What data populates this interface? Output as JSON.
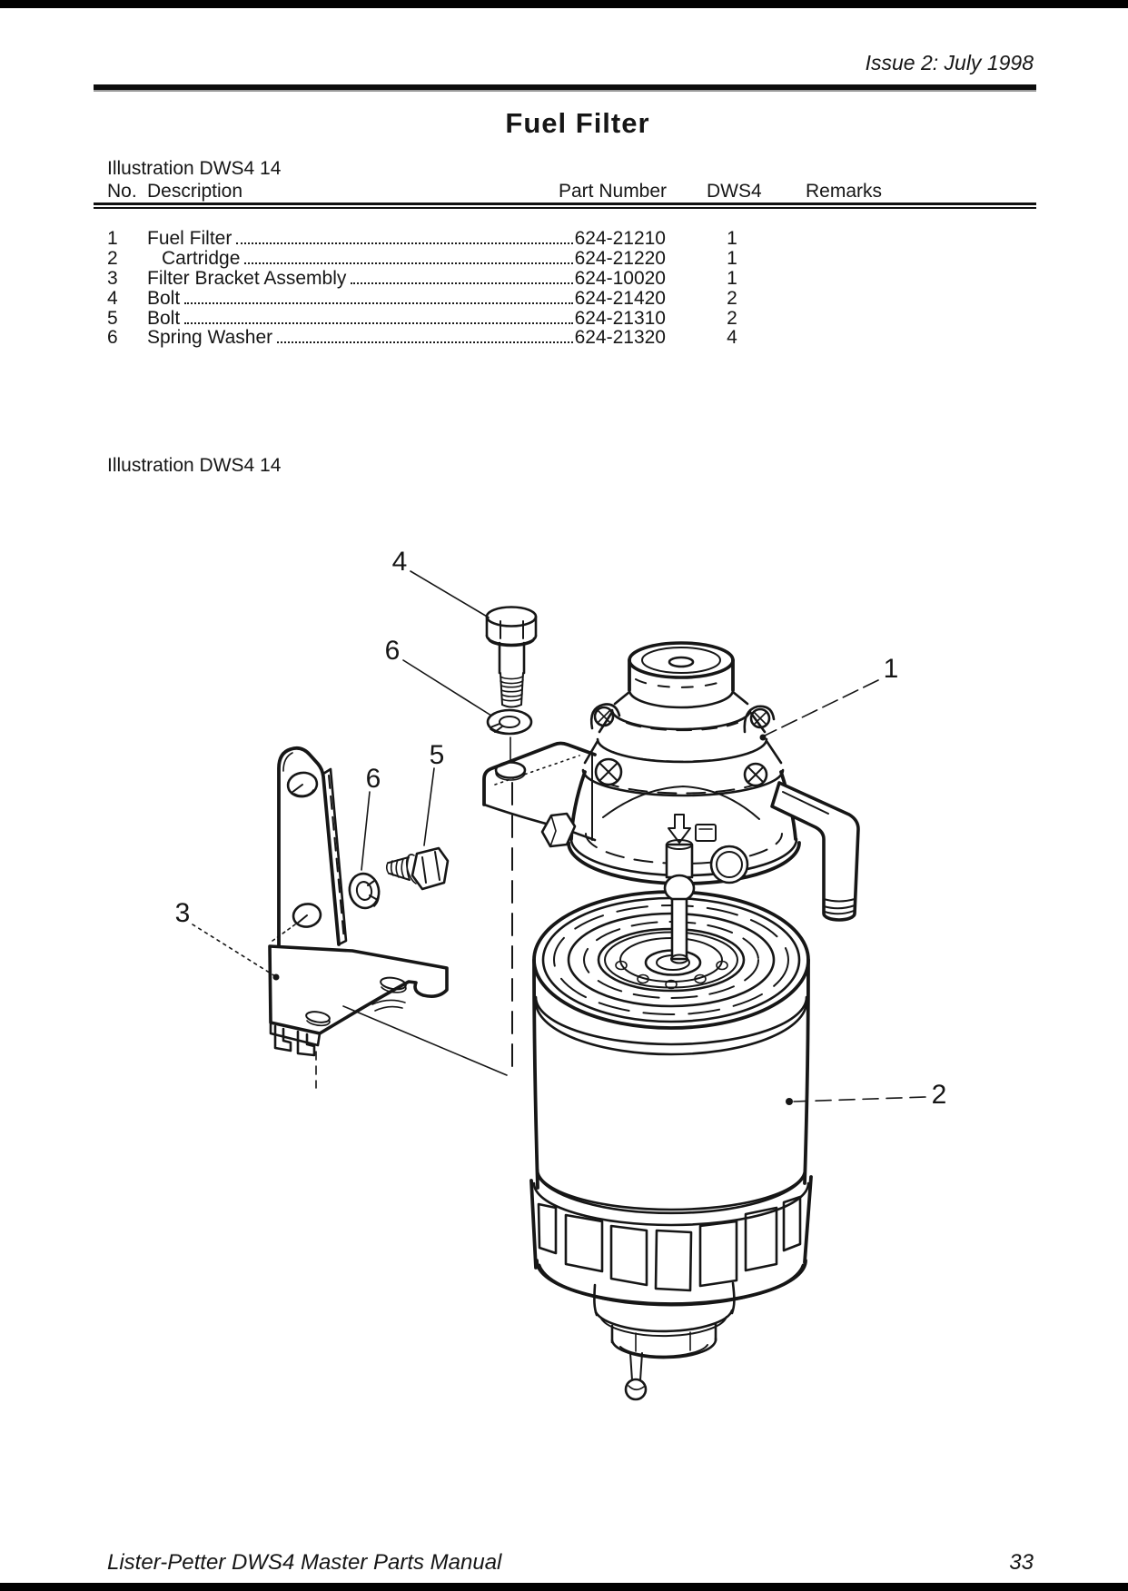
{
  "page": {
    "issue_line": "Issue 2: July 1998",
    "title": "Fuel Filter",
    "footer_left": "Lister-Petter DWS4 Master Parts Manual",
    "page_number": "33"
  },
  "parts_table": {
    "illustration_label": "Illustration DWS4 14",
    "headers": {
      "no": "No.",
      "description": "Description",
      "part_number": "Part Number",
      "dws4": "DWS4",
      "remarks": "Remarks"
    },
    "rows": [
      {
        "no": "1",
        "description": "Fuel Filter",
        "part_number": "624-21210",
        "qty": "1",
        "remarks": ""
      },
      {
        "no": "2",
        "description": "Cartridge",
        "part_number": "624-21220",
        "qty": "1",
        "remarks": ""
      },
      {
        "no": "3",
        "description": "Filter Bracket Assembly",
        "part_number": "624-10020",
        "qty": "1",
        "remarks": ""
      },
      {
        "no": "4",
        "description": "Bolt",
        "part_number": "624-21420",
        "qty": "2",
        "remarks": ""
      },
      {
        "no": "5",
        "description": "Bolt",
        "part_number": "624-21310",
        "qty": "2",
        "remarks": ""
      },
      {
        "no": "6",
        "description": "Spring Washer",
        "part_number": "624-21320",
        "qty": "4",
        "remarks": ""
      }
    ]
  },
  "illustration": {
    "label": "Illustration DWS4 14",
    "callouts": [
      {
        "label": "4",
        "part": "Bolt"
      },
      {
        "label": "6",
        "part": "Spring Washer"
      },
      {
        "label": "5",
        "part": "Bolt"
      },
      {
        "label": "6",
        "part": "Spring Washer"
      },
      {
        "label": "3",
        "part": "Filter Bracket Assembly"
      },
      {
        "label": "1",
        "part": "Fuel Filter"
      },
      {
        "label": "2",
        "part": "Cartridge"
      }
    ]
  },
  "colors": {
    "ink": "#161616",
    "paper": "#ffffff",
    "scan_bar": "#000000"
  }
}
